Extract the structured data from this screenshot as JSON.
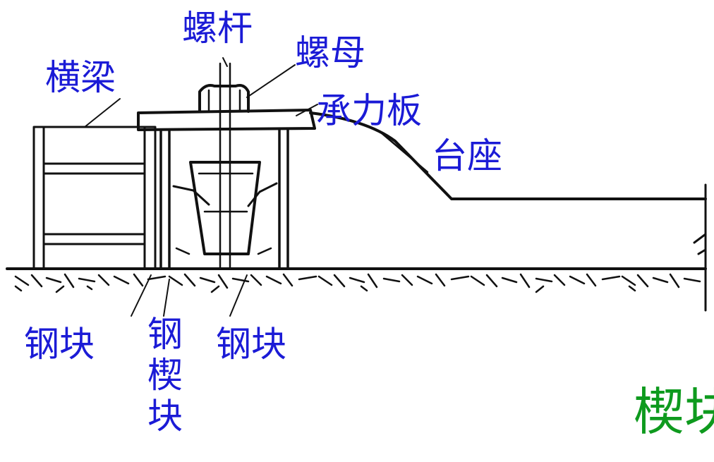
{
  "labels": {
    "luogan": "螺杆",
    "luomu": "螺母",
    "hengliang": "横梁",
    "chenglibang": "承力板",
    "taizuo": "台座",
    "gangkuai_left": "钢块",
    "gangxiekuai": "钢楔块",
    "gangkuai_right": "钢块"
  },
  "caption": "楔块",
  "colors": {
    "label": "#1b1bd6",
    "caption": "#0e9a1e",
    "line": "#111111"
  }
}
